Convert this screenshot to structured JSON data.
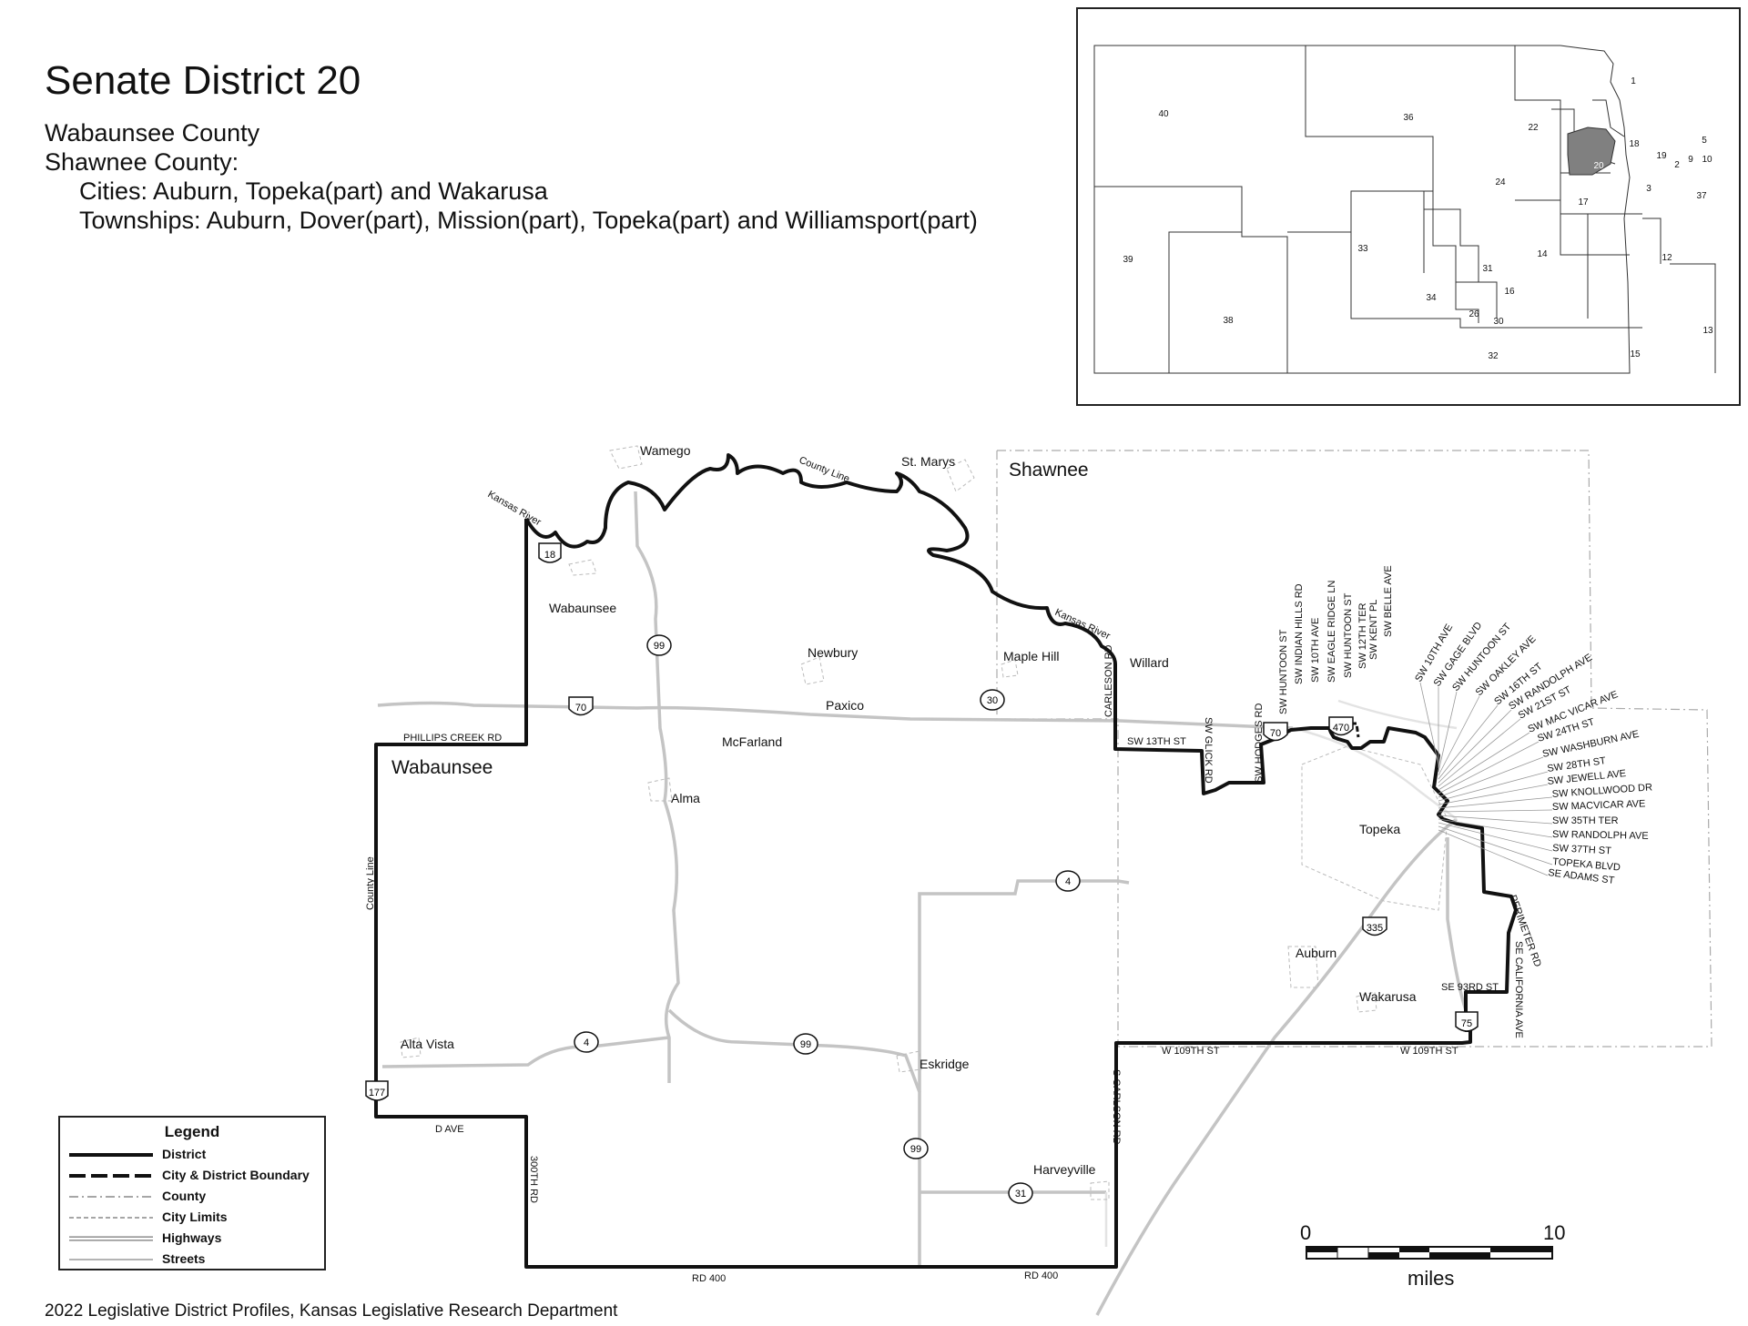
{
  "header": {
    "title": "Senate District 20",
    "line1": "Wabaunsee County",
    "line2": "Shawnee County:",
    "cities": "Cities:  Auburn, Topeka(part) and Wakarusa",
    "townships": "Townships:  Auburn, Dover(part), Mission(part), Topeka(part) and Williamsport(part)"
  },
  "inset": {
    "districts": [
      "1",
      "2",
      "3",
      "5",
      "9",
      "10",
      "12",
      "13",
      "14",
      "15",
      "16",
      "17",
      "18",
      "19",
      "20",
      "22",
      "24",
      "26",
      "30",
      "31",
      "32",
      "33",
      "34",
      "36",
      "37",
      "38",
      "39",
      "40"
    ],
    "highlighted": "20",
    "highlight_color": "#808080"
  },
  "map": {
    "counties": [
      "Shawnee",
      "Wabaunsee"
    ],
    "places": [
      "Wamego",
      "St. Marys",
      "Wabaunsee",
      "Newbury",
      "Maple Hill",
      "Willard",
      "Paxico",
      "McFarland",
      "Alma",
      "Topeka",
      "Auburn",
      "Wakarusa",
      "Alta Vista",
      "Eskridge",
      "Harveyville"
    ],
    "water": [
      "Kansas River",
      "Kansas River"
    ],
    "boundaries": [
      "County Line",
      "County Line"
    ],
    "shields": [
      "18",
      "99",
      "70",
      "30",
      "70",
      "470",
      "4",
      "335",
      "75",
      "4",
      "99",
      "99",
      "31",
      "177"
    ],
    "roads": [
      "PHILLIPS CREEK RD",
      "CARLESON RD",
      "SW 13TH ST",
      "SW GLICK RD",
      "SW HODGES RD",
      "W 109TH ST",
      "W 109TH ST",
      "SE 93RD ST",
      "SE CALIFORNIA AVE",
      "PERIMETER RD",
      "S CARLSON RD",
      "300TH RD",
      "D AVE",
      "RD 400",
      "RD 400"
    ],
    "streets_fan_upper": [
      "SW HUNTOON ST",
      "SW INDIAN HILLS RD",
      "SW 10TH AVE",
      "SW EAGLE RIDGE LN",
      "SW HUNTOON ST",
      "SW 12TH TER",
      "SW KENT PL",
      "SW BELLE AVE"
    ],
    "streets_fan_right": [
      "SW 10TH AVE",
      "SW GAGE BLVD",
      "SW HUNTOON ST",
      "SW OAKLEY AVE",
      "SW 16TH ST",
      "SW RANDOLPH AVE",
      "SW 21ST ST",
      "SW MAC VICAR AVE",
      "SW 24TH ST",
      "SW WASHBURN AVE",
      "SW 28TH ST",
      "SW JEWELL AVE",
      "SW KNOLLWOOD DR",
      "SW MACVICAR AVE",
      "SW 35TH TER",
      "SW RANDOLPH AVE",
      "SW 37TH ST",
      "TOPEKA BLVD",
      "SE ADAMS ST"
    ]
  },
  "legend": {
    "title": "Legend",
    "items": [
      "District",
      "City & District Boundary",
      "County",
      "City Limits",
      "Highways",
      "Streets"
    ]
  },
  "scale": {
    "start": "0",
    "end": "10",
    "unit": "miles"
  },
  "footer": "2022 Legislative District Profiles, Kansas Legislative Research Department"
}
